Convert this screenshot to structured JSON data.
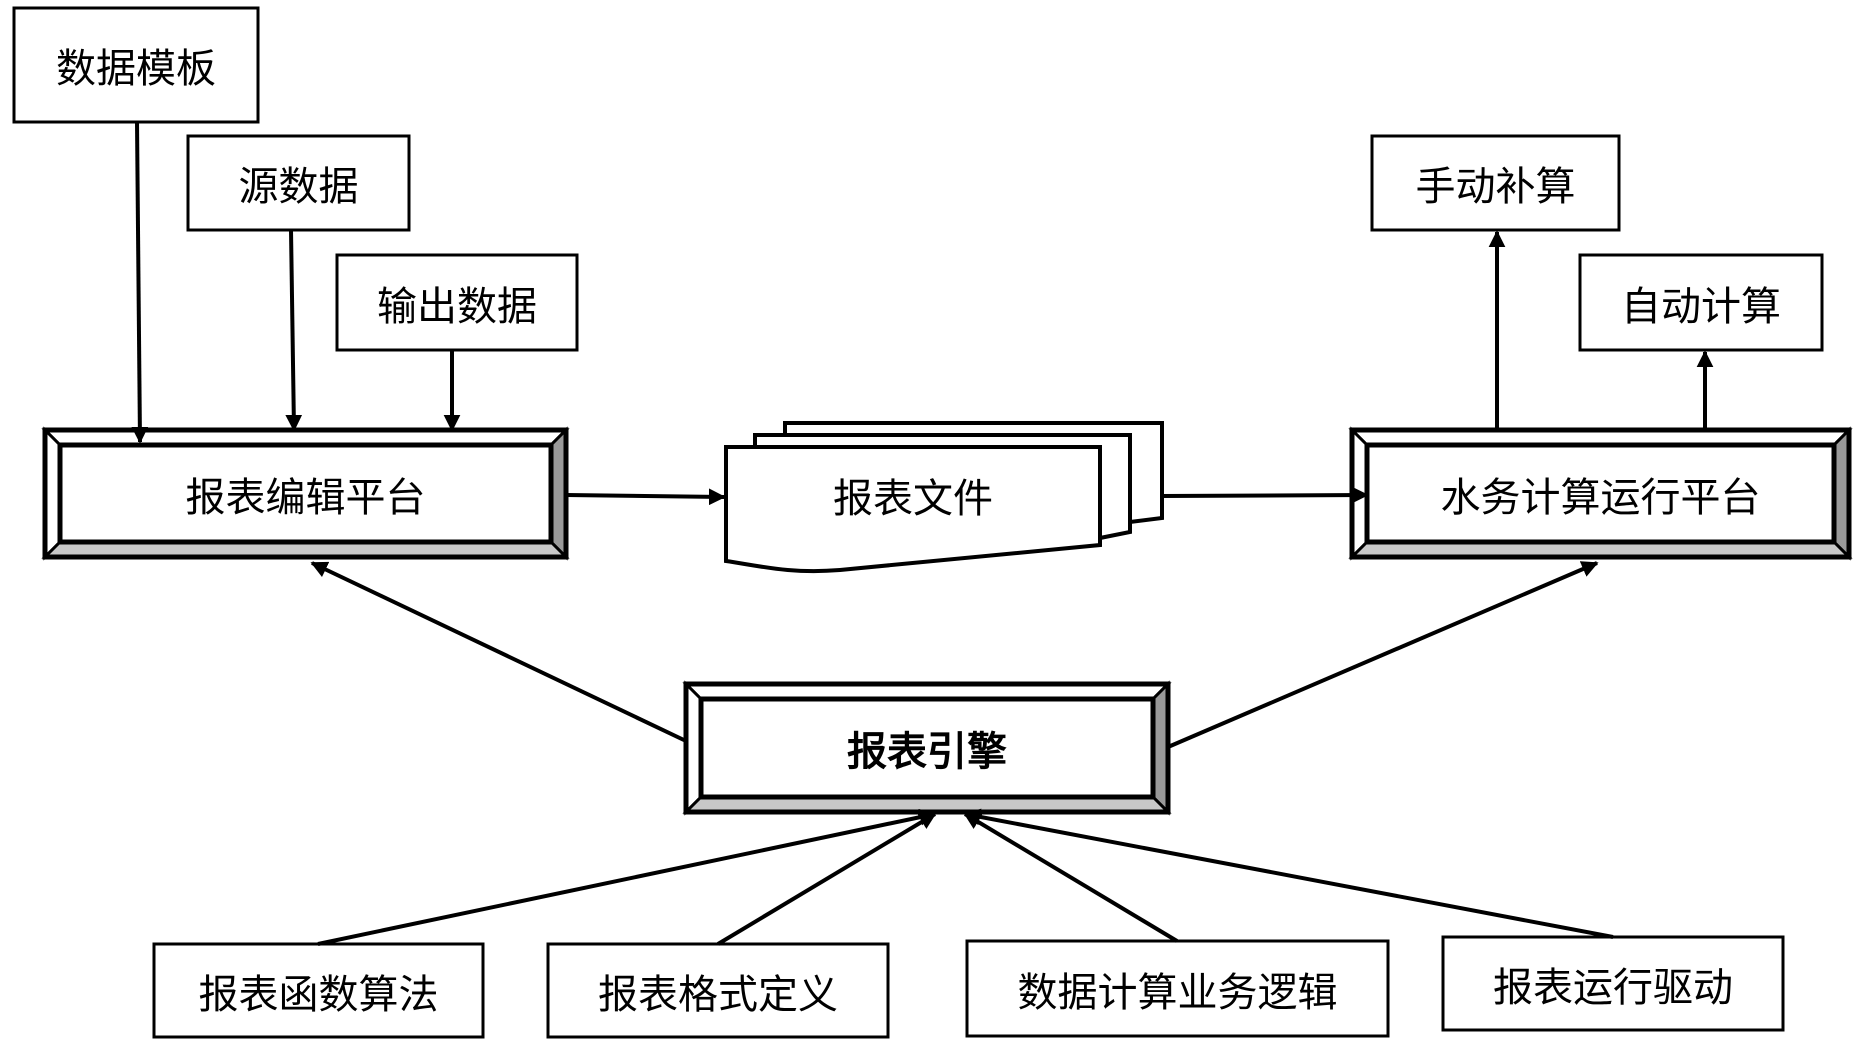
{
  "diagram": {
    "inputs_top": {
      "data_template": "数据模板",
      "source_data": "源数据",
      "output_data": "输出数据"
    },
    "report_editor_platform": "报表编辑平台",
    "report_file": "报表文件",
    "water_calc_platform": "水务计算运行平台",
    "outputs_top": {
      "manual_recalc": "手动补算",
      "auto_calc": "自动计算"
    },
    "report_engine": "报表引擎",
    "engine_inputs": [
      {
        "label": "报表函数算法"
      },
      {
        "label": "报表格式定义"
      },
      {
        "label": "数据计算业务逻辑"
      },
      {
        "label": "报表运行驱动"
      }
    ],
    "colors": {
      "line": "#000000",
      "bevel_light": "#ffffff",
      "bevel_bottom": "#c8c8c8",
      "bevel_right": "#999999"
    },
    "connections": [
      {
        "from": "数据模板",
        "to": "报表编辑平台"
      },
      {
        "from": "源数据",
        "to": "报表编辑平台"
      },
      {
        "from": "输出数据",
        "to": "报表编辑平台"
      },
      {
        "from": "报表编辑平台",
        "to": "报表文件"
      },
      {
        "from": "报表文件",
        "to": "水务计算运行平台"
      },
      {
        "from": "水务计算运行平台",
        "to": "手动补算"
      },
      {
        "from": "水务计算运行平台",
        "to": "自动计算"
      },
      {
        "from": "报表引擎",
        "to": "报表编辑平台"
      },
      {
        "from": "报表引擎",
        "to": "水务计算运行平台"
      },
      {
        "from": "报表函数算法",
        "to": "报表引擎"
      },
      {
        "from": "报表格式定义",
        "to": "报表引擎"
      },
      {
        "from": "数据计算业务逻辑",
        "to": "报表引擎"
      },
      {
        "from": "报表运行驱动",
        "to": "报表引擎"
      }
    ]
  }
}
